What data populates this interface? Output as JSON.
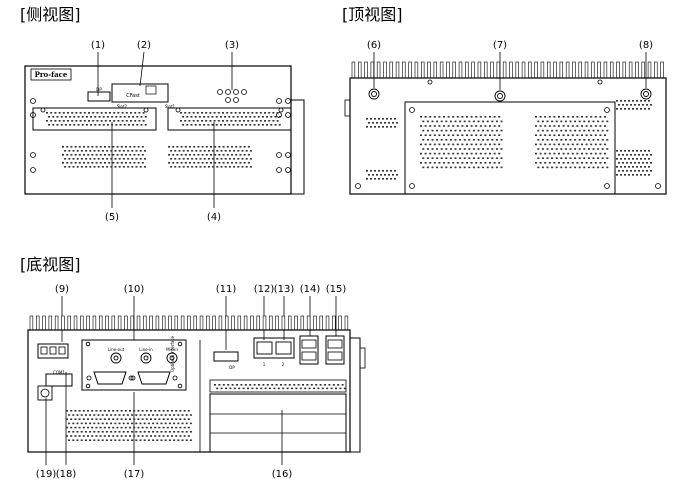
{
  "views": {
    "side": {
      "heading": "[侧视图]",
      "logo": "Pro-face",
      "port_labels": {
        "dp": "DP",
        "cfast": "CFast",
        "slot1": "Slot1",
        "slot2": "Slot2"
      },
      "callouts": [
        "(1)",
        "(2)",
        "(3)",
        "(4)",
        "(5)"
      ]
    },
    "top": {
      "heading": "[顶视图]",
      "callouts": [
        "(6)",
        "(7)",
        "(8)"
      ]
    },
    "bottom": {
      "heading": "[底视图]",
      "port_labels": {
        "line_out": "Line-out",
        "line_in": "Line-in",
        "mic_in": "Mic-in",
        "dp": "DP",
        "com1": "COM1",
        "optional_interface": "Optional interface",
        "lan1": "1",
        "lan2": "2"
      },
      "callouts": [
        "(9)",
        "(10)",
        "(11)",
        "(12)",
        "(13)",
        "(14)",
        "(15)",
        "(16)",
        "(17)",
        "(18)",
        "(19)"
      ]
    }
  }
}
